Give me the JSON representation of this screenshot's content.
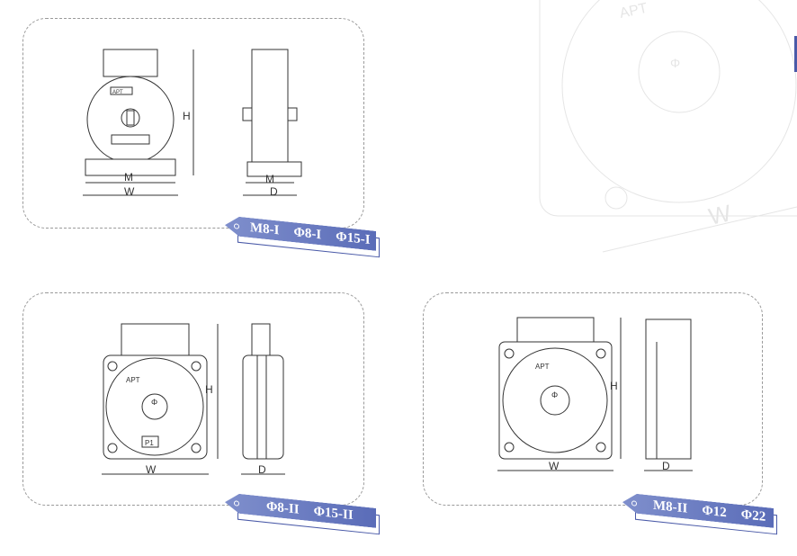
{
  "watermark": {
    "brand": "APT",
    "dimension": "W",
    "phi": "Φ"
  },
  "panels": [
    {
      "tag": [
        "M8-I",
        "Φ8-I",
        "Φ15-I"
      ],
      "labels": {
        "H": "H",
        "M": "M",
        "W": "W",
        "D": "D",
        "brand": "APT"
      }
    },
    {
      "tag": [
        "Φ8-II",
        "Φ15-II"
      ],
      "labels": {
        "H": "H",
        "W": "W",
        "D": "D",
        "P1": "P1",
        "phi": "Φ",
        "brand": "APT"
      }
    },
    {
      "tag": [
        "M8-II",
        "Φ12",
        "Φ22"
      ],
      "labels": {
        "H": "H",
        "W": "W",
        "D": "D",
        "phi": "Φ",
        "brand": "APT"
      }
    }
  ],
  "colors": {
    "tag": "#6a7cc2",
    "line": "#333333",
    "dash": "#9a9a9a"
  }
}
